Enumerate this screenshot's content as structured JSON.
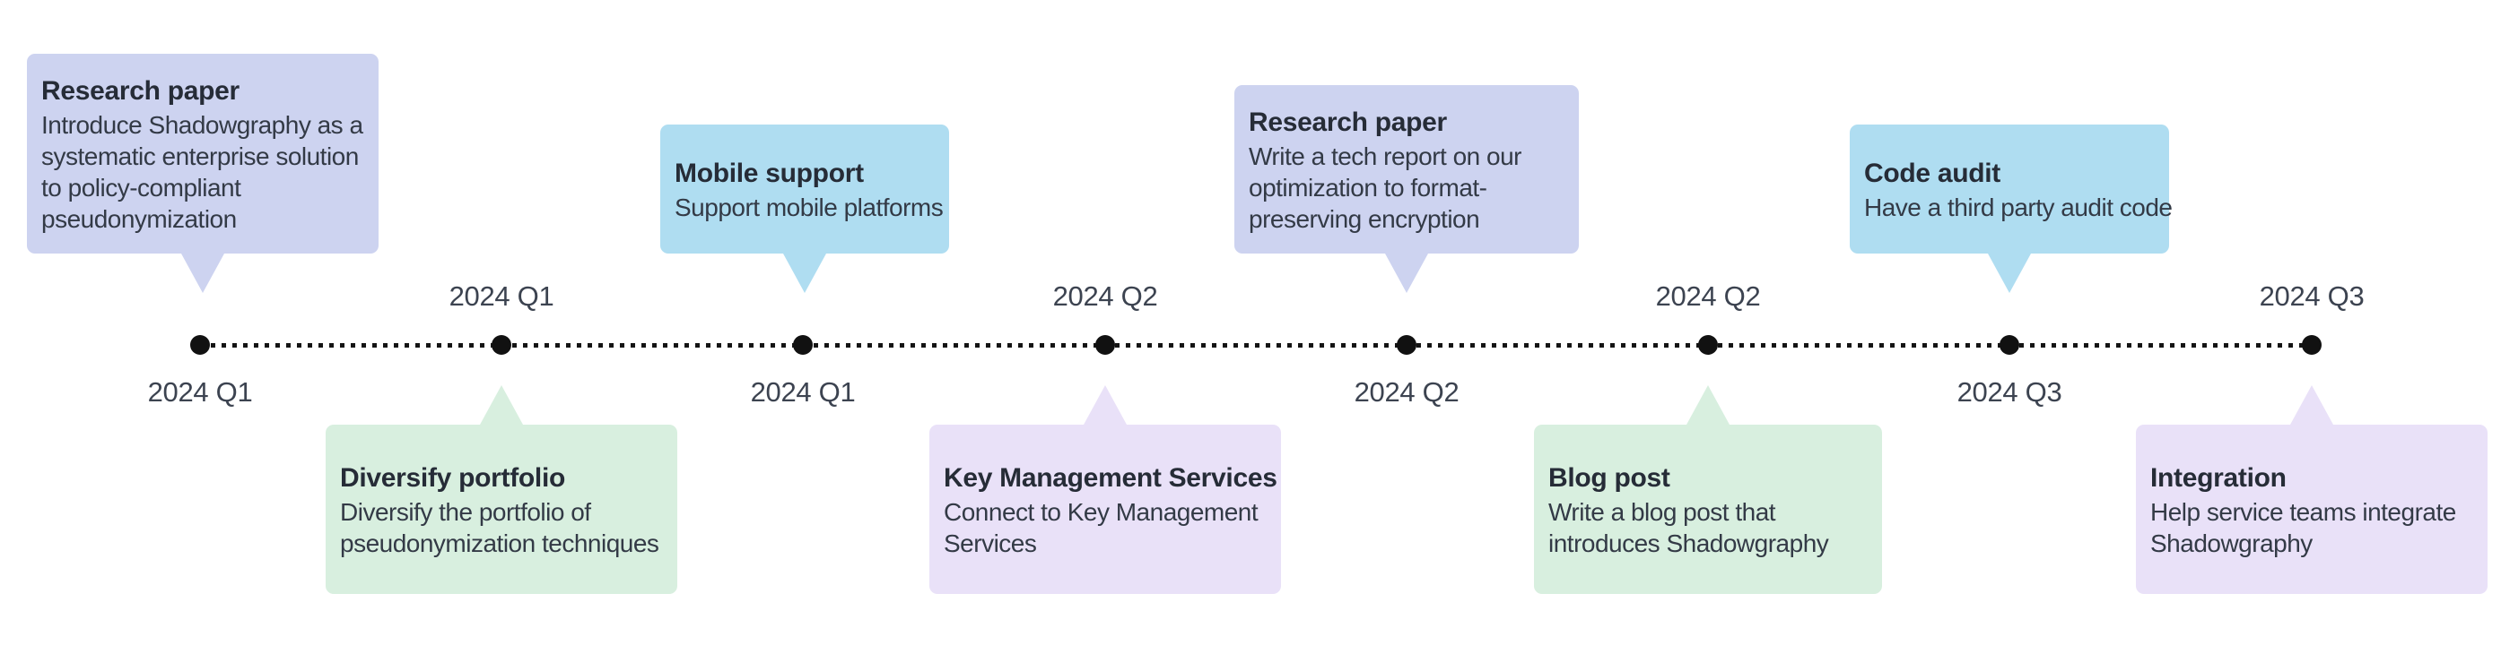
{
  "timeline": {
    "line_color": "#141414",
    "dot_color": "#111111",
    "palette": {
      "lavender": "#cdd3f0",
      "green": "#d8efdf",
      "blue": "#afddf1",
      "purple": "#e9e1f8"
    },
    "milestones": [
      {
        "quarter": "2024 Q1",
        "label_side": "below",
        "card_side": "above",
        "color": "#cdd3f0",
        "title": "Research paper",
        "description": "Introduce Shadowgraphy as a\nsystematic enterprise solution\nto policy-compliant\npseudonymization"
      },
      {
        "quarter": "2024 Q1",
        "label_side": "above",
        "card_side": "below",
        "color": "#d8efdf",
        "title": "Diversify portfolio",
        "description": "Diversify the portfolio of\npseudonymization techniques"
      },
      {
        "quarter": "2024 Q1",
        "label_side": "below",
        "card_side": "above",
        "color": "#afddf1",
        "title": "Mobile support",
        "description": "Support mobile platforms"
      },
      {
        "quarter": "2024 Q2",
        "label_side": "above",
        "card_side": "below",
        "color": "#e9e1f8",
        "title": "Key Management Services",
        "description": "Connect to Key Management\nServices"
      },
      {
        "quarter": "2024 Q2",
        "label_side": "below",
        "card_side": "above",
        "color": "#cdd3f0",
        "title": "Research paper",
        "description": "Write a tech report on our\noptimization to format-\npreserving encryption"
      },
      {
        "quarter": "2024 Q2",
        "label_side": "above",
        "card_side": "below",
        "color": "#d8efdf",
        "title": "Blog post",
        "description": "Write a blog post that\nintroduces Shadowgraphy"
      },
      {
        "quarter": "2024 Q3",
        "label_side": "below",
        "card_side": "above",
        "color": "#afddf1",
        "title": "Code audit",
        "description": "Have a third party audit code"
      },
      {
        "quarter": "2024 Q3",
        "label_side": "above",
        "card_side": "below",
        "color": "#e9e1f8",
        "title": "Integration",
        "description": "Help service teams integrate\nShadowgraphy"
      }
    ]
  }
}
